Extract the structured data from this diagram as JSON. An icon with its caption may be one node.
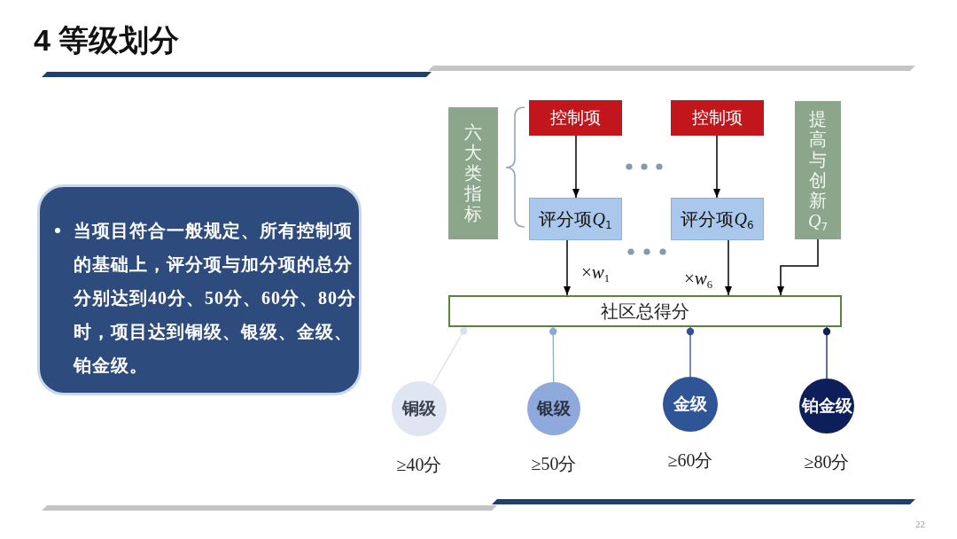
{
  "diagram": {
    "title": "4 等级划分",
    "nodes": [
      {
        "text": [
          "当项目符合一般规定、所有控制项的基础上，评分项与加分项的总分分别达到40分、50分、60分、80分时，项目达到铜级、银级、金级、铂金级。"
        ]
      },
      {
        "text": [
          "六大类指标"
        ]
      },
      {
        "text": [
          "控制项"
        ]
      },
      {
        "text": [
          "控制项"
        ]
      },
      {
        "text": [
          "评分项Q$_{1}$"
        ]
      },
      {
        "text": [
          "评分项Q$_{6}$"
        ]
      },
      {
        "text": [
          "提高与创新Q$_{7}$"
        ]
      },
      {
        "text": [
          "社区总得分"
        ]
      },
      {
        "text": [
          "铜级"
        ],
        "beside": [
          "≥40分"
        ]
      },
      {
        "text": [
          "银级"
        ],
        "beside": [
          "≥50分"
        ]
      },
      {
        "text": [
          "金级"
        ],
        "beside": [
          "≥60分"
        ]
      },
      {
        "text": [
          "铂金级"
        ],
        "beside": [
          "≥80分"
        ]
      }
    ],
    "edges": [
      {
        "from": 2,
        "to": 4,
        "arrow": "to"
      },
      {
        "from": 3,
        "to": 5,
        "arrow": "to"
      },
      {
        "from": 4,
        "to": 7,
        "arrow": "to",
        "label": "×*w*$_{1}$"
      },
      {
        "from": 5,
        "to": 7,
        "arrow": "to",
        "label": "×*w*$_{6}$"
      },
      {
        "from": 6,
        "to": 7,
        "arrow": "to"
      },
      {
        "from": 7,
        "to": 8,
        "arrow": "other",
        "color": "#d9e1ee"
      },
      {
        "from": 7,
        "to": 9,
        "arrow": "other",
        "color": "#8ea9d3"
      },
      {
        "from": 7,
        "to": 10,
        "arrow": "other",
        "color": "#2f5192"
      },
      {
        "from": 7,
        "to": 11,
        "arrow": "other",
        "color": "#0f2157"
      }
    ],
    "labels": [
      "22"
    ]
  }
}
